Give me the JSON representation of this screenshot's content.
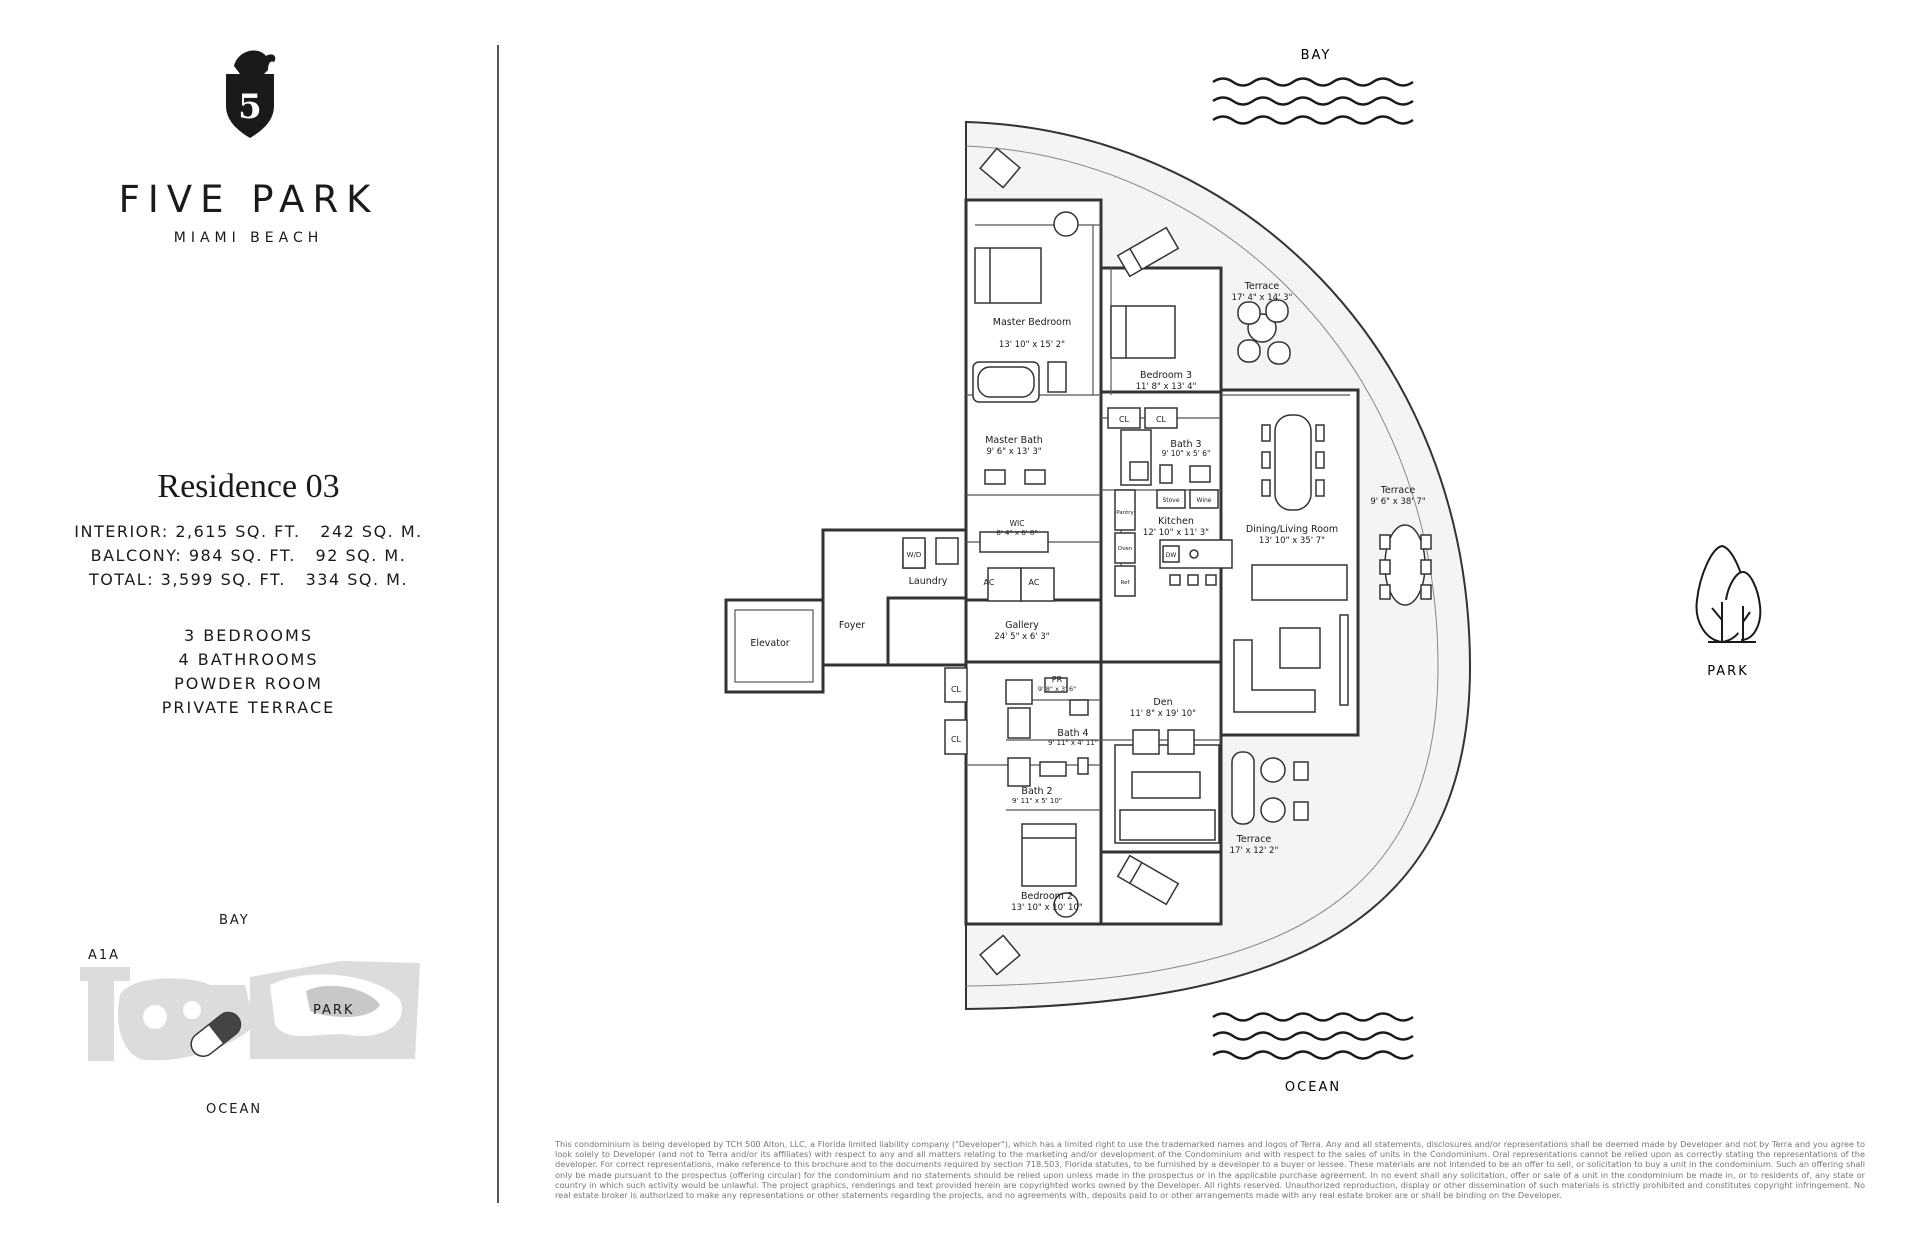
{
  "brand": {
    "name": "FIVE PARK",
    "location": "MIAMI BEACH",
    "logo_letter": "5"
  },
  "residence": {
    "title": "Residence 03",
    "interior": "INTERIOR: 2,615 SQ. FT.   242 SQ. M.",
    "balcony": "BALCONY: 984 SQ. FT.   92 SQ. M.",
    "total": "TOTAL: 3,599 SQ. FT.   334 SQ. M.",
    "features": [
      "3 BEDROOMS",
      "4 BATHROOMS",
      "POWDER ROOM",
      "PRIVATE TERRACE"
    ]
  },
  "keymap": {
    "bay": "BAY",
    "ocean": "OCEAN",
    "park": "PARK",
    "road": "A1A"
  },
  "orientation": {
    "top": "BAY",
    "bottom": "OCEAN",
    "right": "PARK"
  },
  "rooms": {
    "terrace_top": {
      "name": "Terrace",
      "dims": "17' 4\" x 14' 3\""
    },
    "master_bedroom": {
      "name": "Master Bedroom",
      "dims": "13' 10\" x 15' 2\""
    },
    "bedroom3": {
      "name": "Bedroom 3",
      "dims": "11' 8\" x 13' 4\""
    },
    "master_bath": {
      "name": "Master Bath",
      "dims": "9' 6\" x 13' 3\""
    },
    "bath3": {
      "name": "Bath 3",
      "dims": "9' 10\" x 5' 6\""
    },
    "terrace_right": {
      "name": "Terrace",
      "dims": "9' 6\" x 38' 7\""
    },
    "wic": {
      "name": "WIC",
      "dims": "8' 4\" x 6' 8\""
    },
    "kitchen": {
      "name": "Kitchen",
      "dims": "12' 10\" x 11' 3\""
    },
    "dining_living": {
      "name": "Dining/Living Room",
      "dims": "13' 10\" x 35' 7\""
    },
    "laundry": {
      "name": "Laundry"
    },
    "foyer": {
      "name": "Foyer"
    },
    "elevator": {
      "name": "Elevator"
    },
    "gallery": {
      "name": "Gallery",
      "dims": "24' 5\" x 6' 3\""
    },
    "pr": {
      "name": "PR",
      "dims": "9' 8\" x 3' 6\""
    },
    "den": {
      "name": "Den",
      "dims": "11' 8\" x 19' 10\""
    },
    "bath4": {
      "name": "Bath 4",
      "dims": "9' 11\" x 4' 11\""
    },
    "bath2": {
      "name": "Bath 2",
      "dims": "9' 11\" x 5' 10\""
    },
    "terrace_bottom": {
      "name": "Terrace",
      "dims": "17' x 12' 2\""
    },
    "bedroom2": {
      "name": "Bedroom 2",
      "dims": "13' 10\" x 10' 10\""
    }
  },
  "labels": {
    "cl": "CL",
    "ac": "AC",
    "wd": "W/D",
    "stove": "Stove",
    "wine": "Wine",
    "dw": "DW",
    "pantry": "Pantry",
    "oven": "Oven",
    "ref": "Ref"
  },
  "disclaimer": "This condominium is being developed by TCH 500 Alton, LLC, a Florida limited liability company (\"Developer\"), which has a limited right to use the trademarked names and logos of Terra. Any and all statements, disclosures and/or representations shall be deemed made by Developer and not by Terra and you agree to look solely to Developer (and not to Terra and/or its affiliates) with respect to any and all matters relating to the marketing and/or development of the Condominium and with respect to the sales of units in the Condominium. Oral representations cannot be relied upon as correctly stating the representations of the developer. For correct representations, make reference to this brochure and to the documents required by section 718.503, Florida statutes, to be furnished by a developer to a buyer or lessee. These materials are not intended to be an offer to sell, or solicitation to buy a unit in the condominium. Such an offering shall only be made pursuant to the prospectus (offering circular) for the condominium and no statements should be relied upon unless made in the prospectus or in the applicable purchase agreement. In no event shall any solicitation, offer or sale of a unit in the condominium be made in, or to residents of, any state or country in which such activity would be unlawful. The project graphics, renderings and text provided herein are copyrighted works owned by the Developer. All rights reserved. Unauthorized reproduction, display or other dissemination of such materials is strictly prohibited and constitutes copyright infringement. No real estate broker is authorized to make any representations or other statements regarding the projects, and no agreements with, deposits paid to or other arrangements made with any real estate broker are or shall be binding on the Developer."
}
